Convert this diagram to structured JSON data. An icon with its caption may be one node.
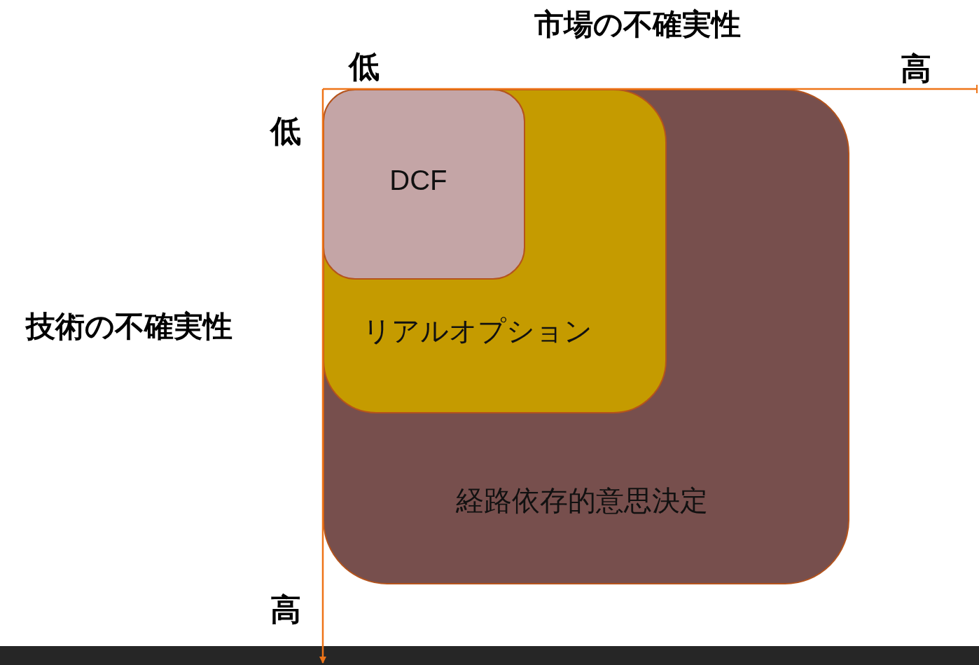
{
  "diagram": {
    "title": "市場の不確実性",
    "nodes": [
      {
        "text": [
          "経路依存的意思決定"
        ]
      },
      {
        "text": [
          "リアルオプション"
        ],
        "in": 0
      },
      {
        "text": [
          "DCF"
        ],
        "in": 1
      }
    ],
    "labels": [
      "低",
      "高",
      "低",
      "技術の不確実性",
      "高"
    ]
  }
}
